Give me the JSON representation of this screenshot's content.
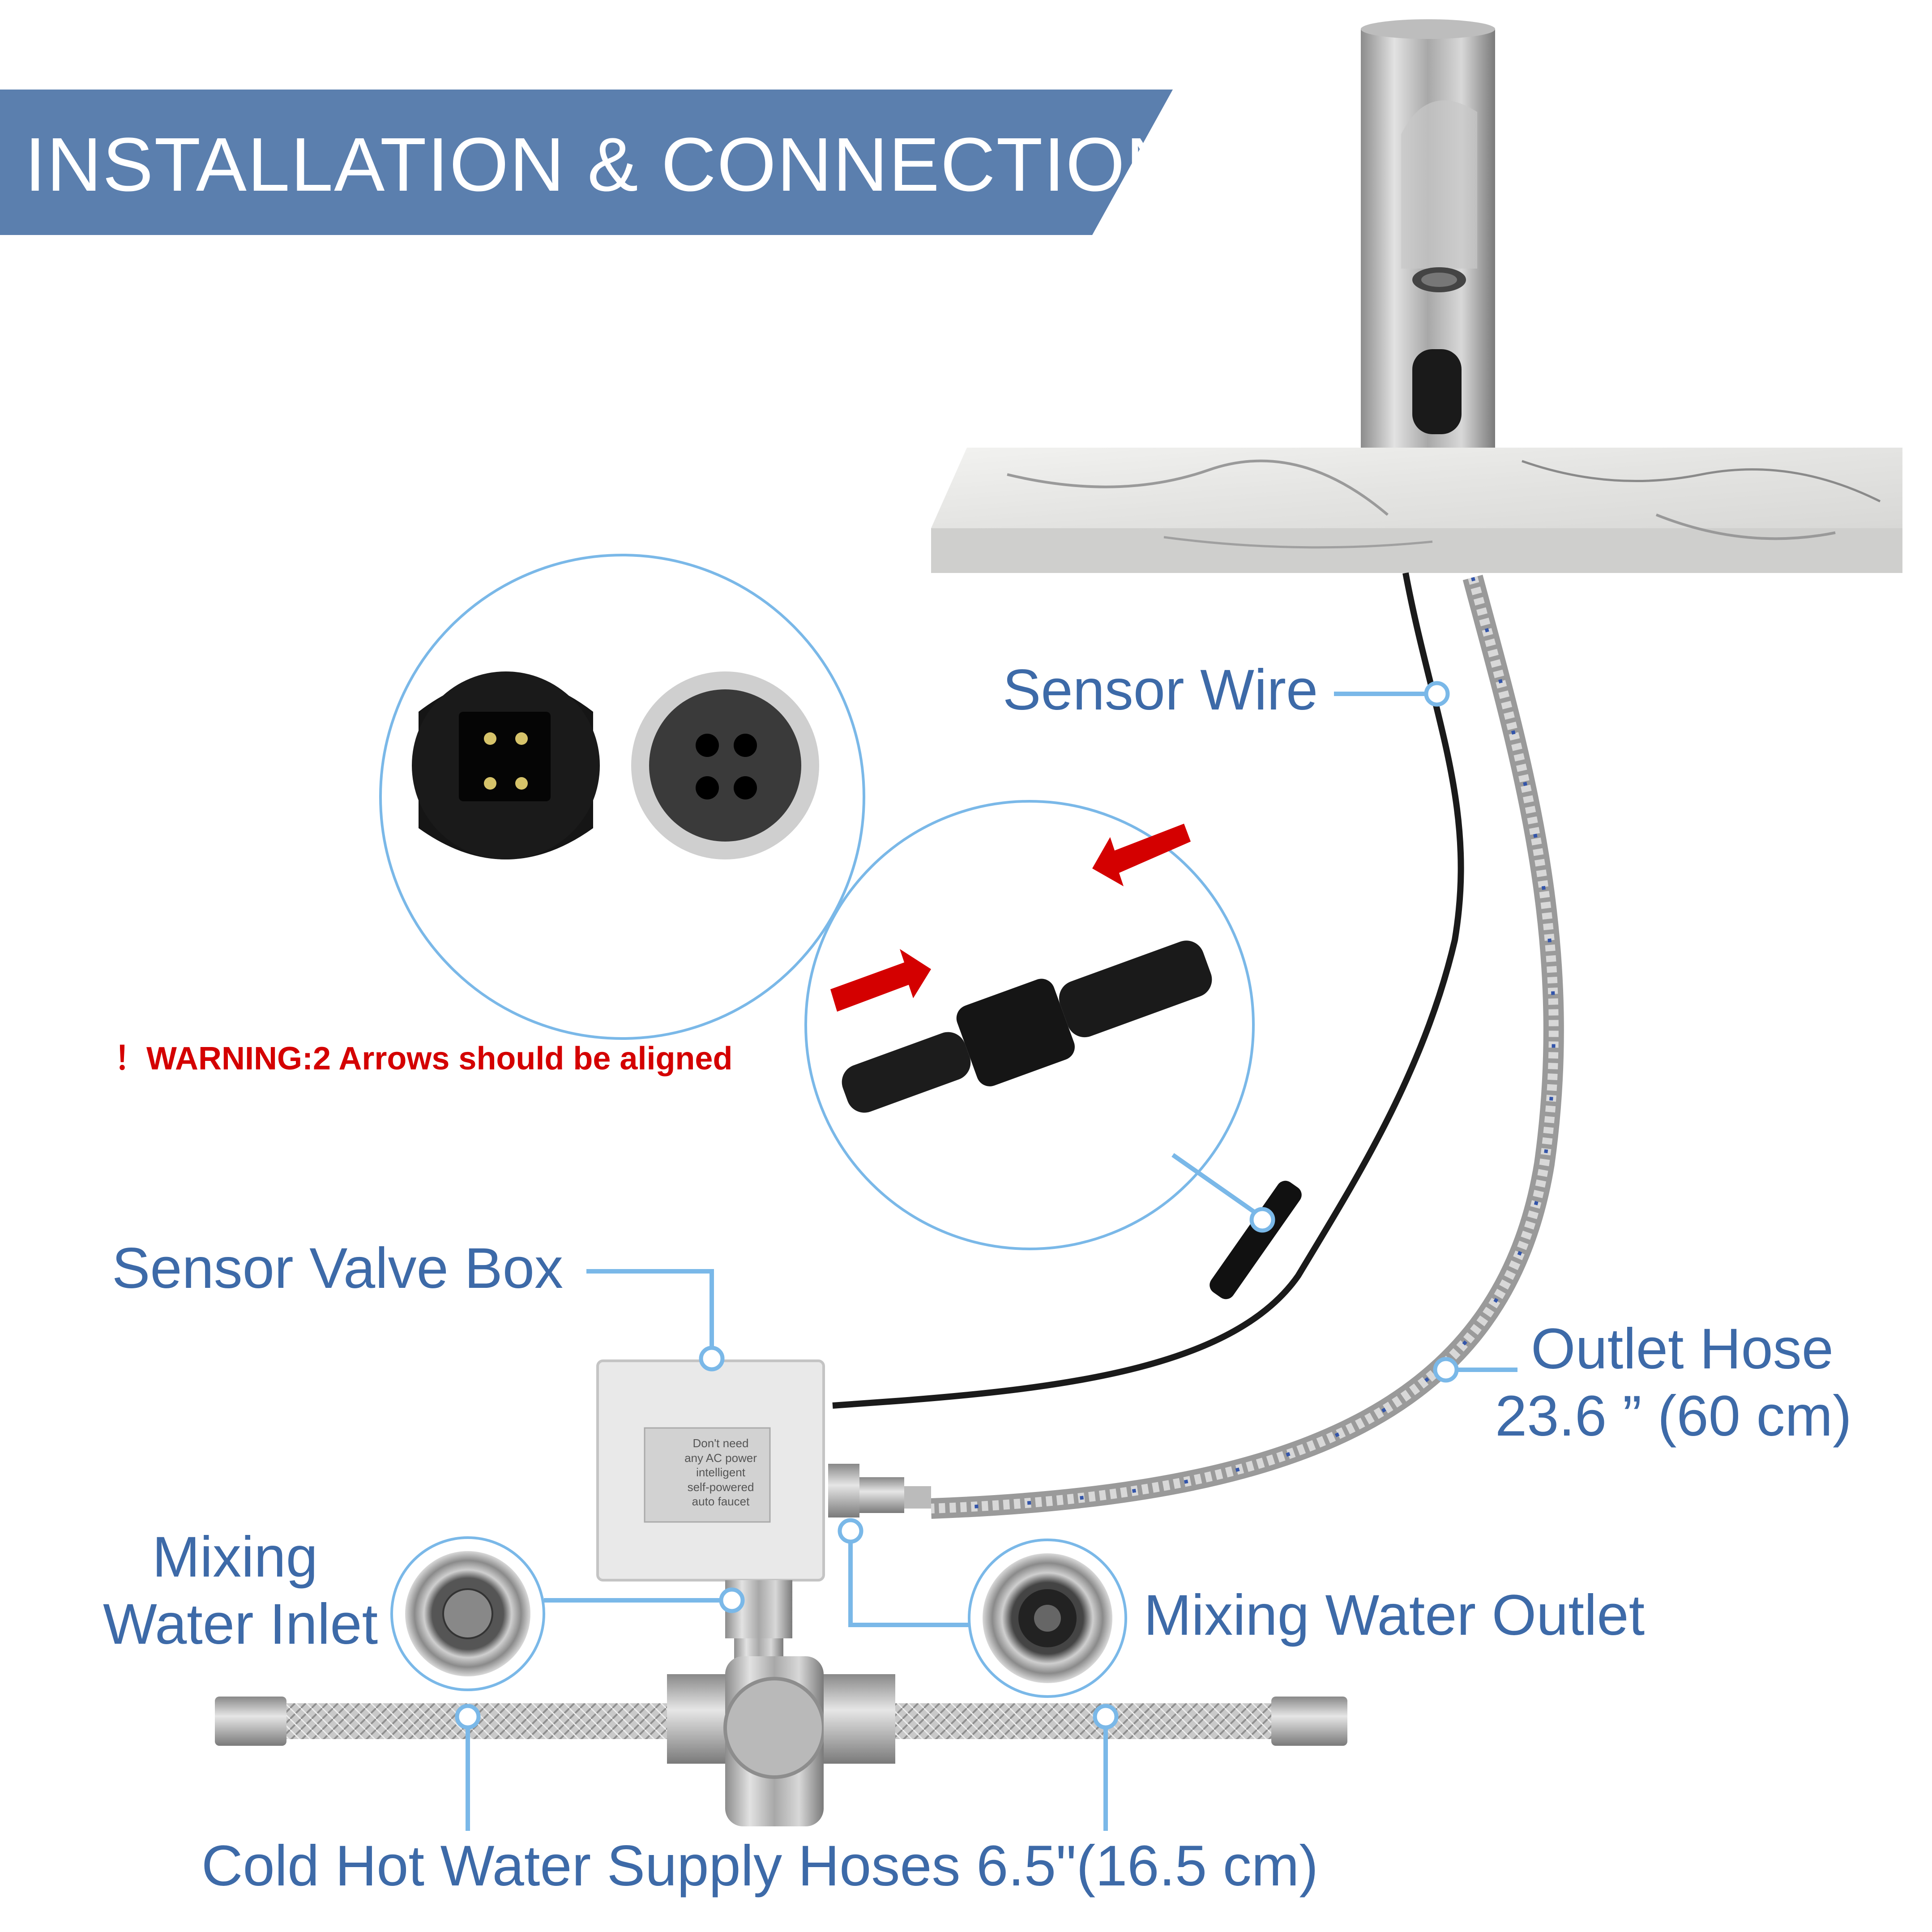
{
  "banner": {
    "title": "INSTALLATION & CONNECTION",
    "color": "#5b7fae"
  },
  "warning": {
    "text": "！WARNING:2 Arrows should be aligned",
    "color": "#d40000"
  },
  "labels": {
    "sensor_wire": "Sensor Wire",
    "sensor_valve_box": "Sensor Valve Box",
    "outlet_hose_line1": "Outlet Hose",
    "outlet_hose_line2": "23.6 ”  (60 cm)",
    "mixing_water_inlet_line1": "Mixing",
    "mixing_water_inlet_line2": "Water Inlet",
    "mixing_water_outlet": "Mixing Water Outlet",
    "supply_hoses": "Cold Hot Water Supply Hoses 6.5\"(16.5 cm)"
  },
  "valve_box_sticker": "Don't need\nany AC power\nintelligent\nself-powered\nauto faucet",
  "colors": {
    "label": "#3d6aa8",
    "callout": "#7ab8e8",
    "banner": "#5b7fae"
  }
}
